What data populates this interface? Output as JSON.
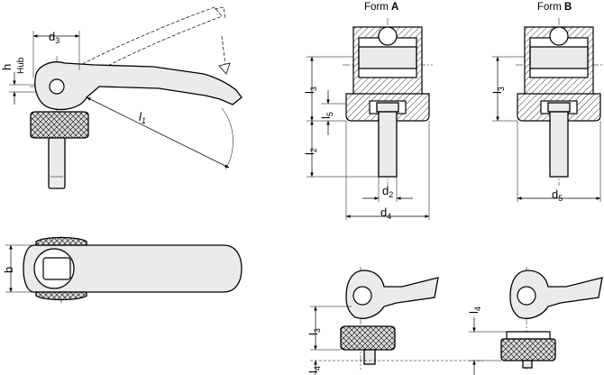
{
  "diagram": {
    "form_a_title_prefix": "Form ",
    "form_a_title_letter": "A",
    "form_b_title_prefix": "Form ",
    "form_b_title_letter": "B",
    "labels": {
      "d3": "d",
      "d3_sub": "3",
      "h": "h",
      "hub": "Hub",
      "l1": "l",
      "l1_sub": "1",
      "b": "b",
      "l3_a": "l",
      "l3_a_sub": "3",
      "l5": "l",
      "l5_sub": "5",
      "l2": "l",
      "l2_sub": "2",
      "d2": "d",
      "d2_sub": "2",
      "d4": "d",
      "d4_sub": "4",
      "l3_b": "l",
      "l3_b_sub": "3",
      "d5": "d",
      "d5_sub": "5",
      "l3_c": "l",
      "l3_c_sub": "3",
      "l4_c": "l",
      "l4_c_sub": "4",
      "l4_d": "l",
      "l4_d_sub": "4"
    }
  }
}
